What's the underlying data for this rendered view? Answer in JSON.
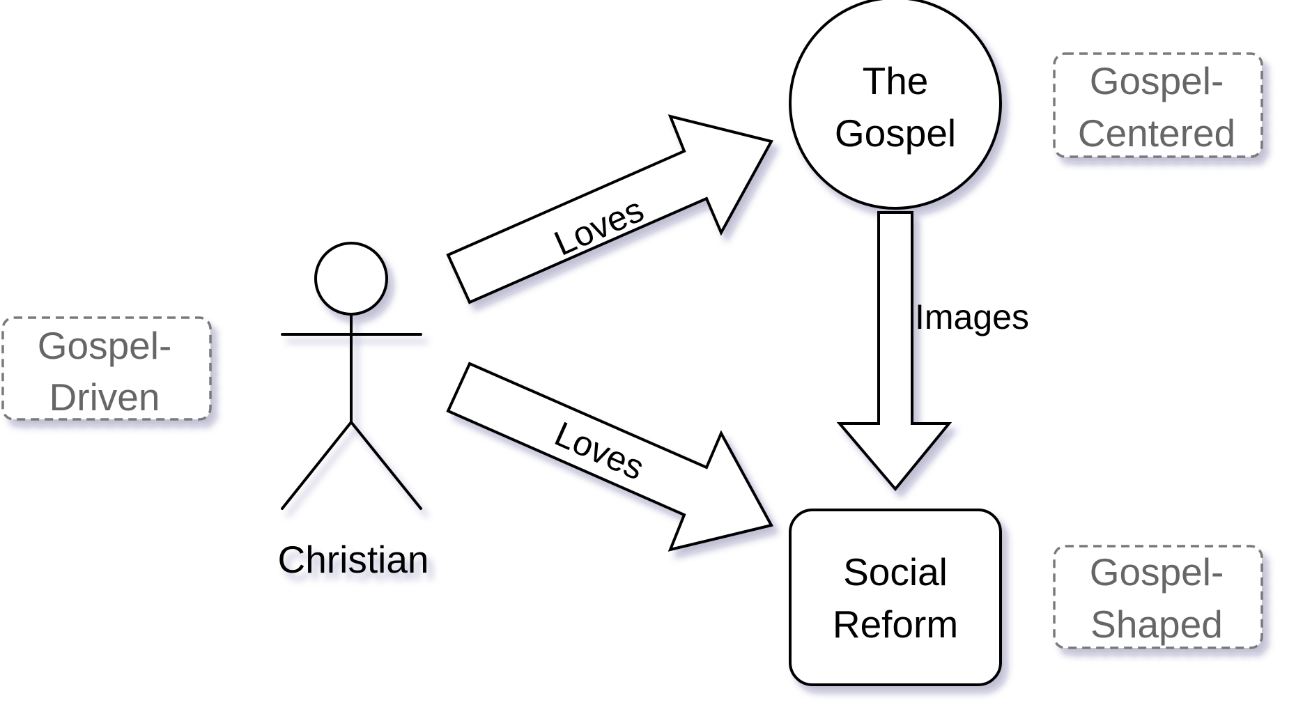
{
  "nodes": {
    "gospel": {
      "line1": "The",
      "line2": "Gospel"
    },
    "social_reform": {
      "line1": "Social",
      "line2": "Reform"
    },
    "christian": {
      "label": "Christian"
    }
  },
  "edges": {
    "loves_gospel": "Loves",
    "loves_reform": "Loves",
    "images": "Images"
  },
  "notes": {
    "gospel_driven": {
      "line1": "Gospel-",
      "line2": "Driven"
    },
    "gospel_centered": {
      "line1": "Gospel-",
      "line2": "Centered"
    },
    "gospel_shaped": {
      "line1": "Gospel-",
      "line2": "Shaped"
    }
  },
  "colors": {
    "stroke": "#000000",
    "note_text": "#666666",
    "note_border": "#7a7a7a",
    "shadow": "#1a1a66"
  }
}
